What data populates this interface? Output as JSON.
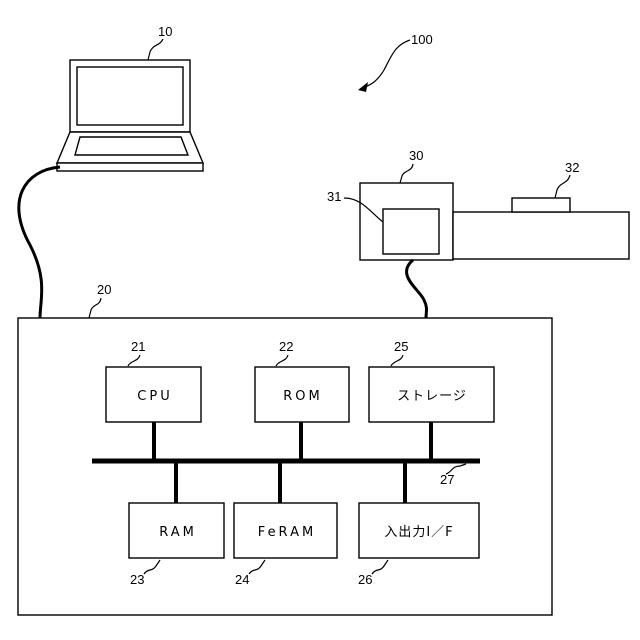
{
  "refs": {
    "system": "100",
    "laptop": "10",
    "controller": "20",
    "cpu": "21",
    "rom": "22",
    "ram": "23",
    "feram": "24",
    "storage": "25",
    "io": "26",
    "bus": "27",
    "device": "30",
    "device_panel": "31",
    "device_part": "32"
  },
  "blocks": {
    "cpu": "CPU",
    "rom": "ROM",
    "storage": "ストレージ",
    "ram": "RAM",
    "feram": "FeRAM",
    "io": "入出力I／F"
  }
}
